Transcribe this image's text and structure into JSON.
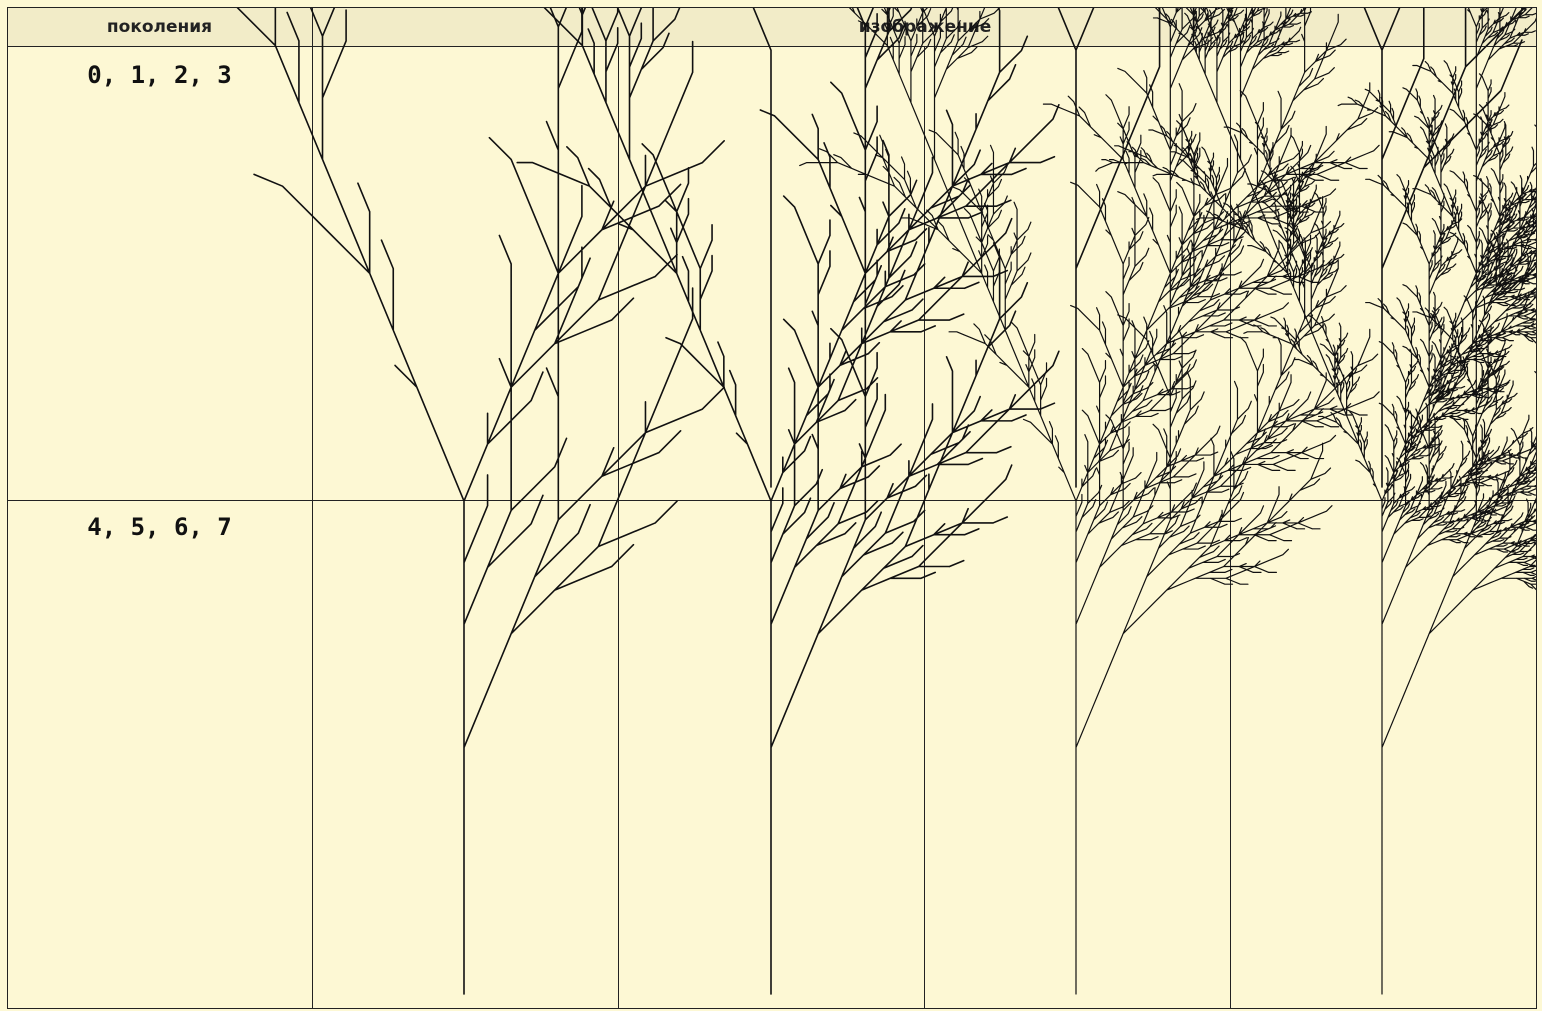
{
  "header": {
    "generations_label": "поколения",
    "image_label": "изображение"
  },
  "rows": [
    {
      "generations_text": "0, 1, 2, 3",
      "generations": [
        0,
        1,
        2,
        3
      ]
    },
    {
      "generations_text": "4, 5, 6, 7",
      "generations": [
        4,
        5,
        6,
        7
      ]
    }
  ],
  "tree": {
    "type": "L-system fractal plant",
    "branch_angle_deg": 22.5,
    "line_color": "#111111",
    "background_color": "#fdf8d4",
    "header_color": "#f2ecc8"
  }
}
